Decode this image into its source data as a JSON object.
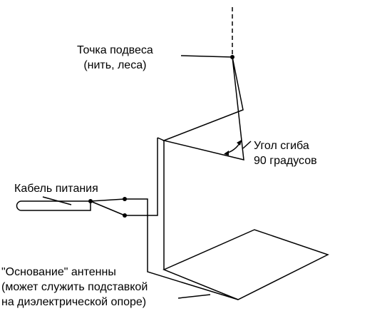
{
  "colors": {
    "line": "#000000",
    "background": "#ffffff"
  },
  "labels": {
    "suspension_point": {
      "line1": "Точка  подвеса",
      "line2": "(нить, леса)"
    },
    "bend_angle": {
      "line1": "Угол сгиба",
      "line2": "90 градусов"
    },
    "power_cable": "Кабель  питания",
    "antenna_base": {
      "line1": "\"Основание\"  антенны",
      "line2": "(может  служить  подставкой",
      "line3": "на  диэлектрической  опоре)"
    }
  },
  "bend_angle_degrees": 90
}
